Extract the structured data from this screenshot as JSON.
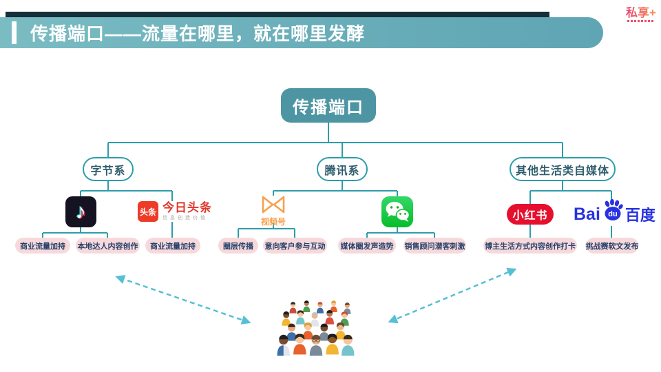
{
  "slide": {
    "title": "传播端口——流量在哪里，就在哪里发酵",
    "logo_text": "私享+"
  },
  "tree": {
    "root_label": "传播端口",
    "branches": [
      {
        "label": "字节系"
      },
      {
        "label": "腾讯系"
      },
      {
        "label": "其他生活类自媒体"
      }
    ],
    "leaves": [
      "商业流量加持",
      "本地达人内容创作",
      "商业流量加持",
      "圈层传播",
      "意向客户参与互动",
      "媒体圈发声造势",
      "销售顾问潜客刺激",
      "博主生活方式内容创作打卡",
      "挑战赛软文发布"
    ]
  },
  "platforms": {
    "douyin": {
      "icon": "douyin-icon",
      "note_glyph": "♪"
    },
    "toutiao": {
      "badge": "头条",
      "name": "今日头条",
      "slogan": "信息创造价值"
    },
    "shipinhao": {
      "label": "视频号"
    },
    "wechat": {
      "icon": "wechat-icon"
    },
    "xiaohongshu": {
      "name": "小红书"
    },
    "baidu": {
      "latin": "Bai",
      "du": "du",
      "cn": "百度"
    }
  },
  "colors": {
    "banner": "#69adb9",
    "banner_shadow": "#14303a",
    "root_node": "#4e95a3",
    "connector": "#2d9dab",
    "leaf_bg": "#f7d9dc",
    "leaf_text": "#27436b",
    "arrow": "#57bfd3"
  }
}
